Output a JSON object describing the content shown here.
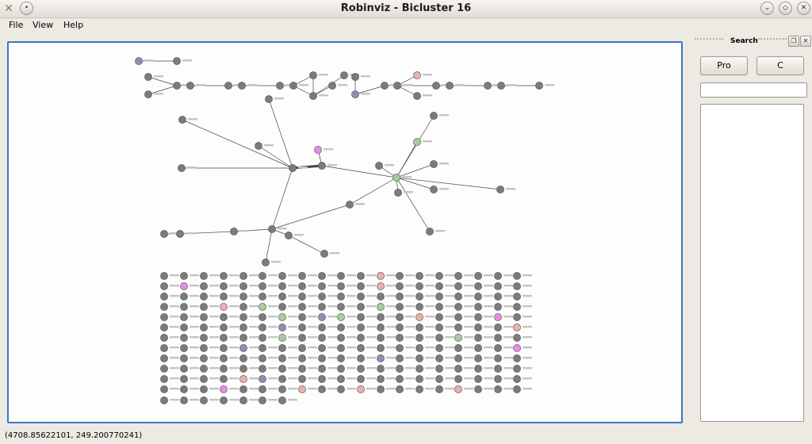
{
  "window": {
    "title": "Robinviz - Bicluster 16"
  },
  "menu": {
    "file": "File",
    "view": "View",
    "help": "Help"
  },
  "side_panel": {
    "title": "Search",
    "pro_button": "Pro",
    "c_button": "C",
    "search_value": "",
    "results": []
  },
  "status": {
    "coordinates": "(4708.85622101, 249.200770241)"
  },
  "colors": {
    "accent": "#3a76c0",
    "node_gray": "#7b7b7b",
    "node_pink": "#e98be9",
    "node_salmon": "#e8b0aa",
    "node_green": "#a8cc9c",
    "node_blue": "#8b8fb5"
  },
  "icons": [
    "app-icon",
    "minimize-icon",
    "maximize-icon",
    "close-icon",
    "float-icon",
    "dock-close-icon"
  ]
}
